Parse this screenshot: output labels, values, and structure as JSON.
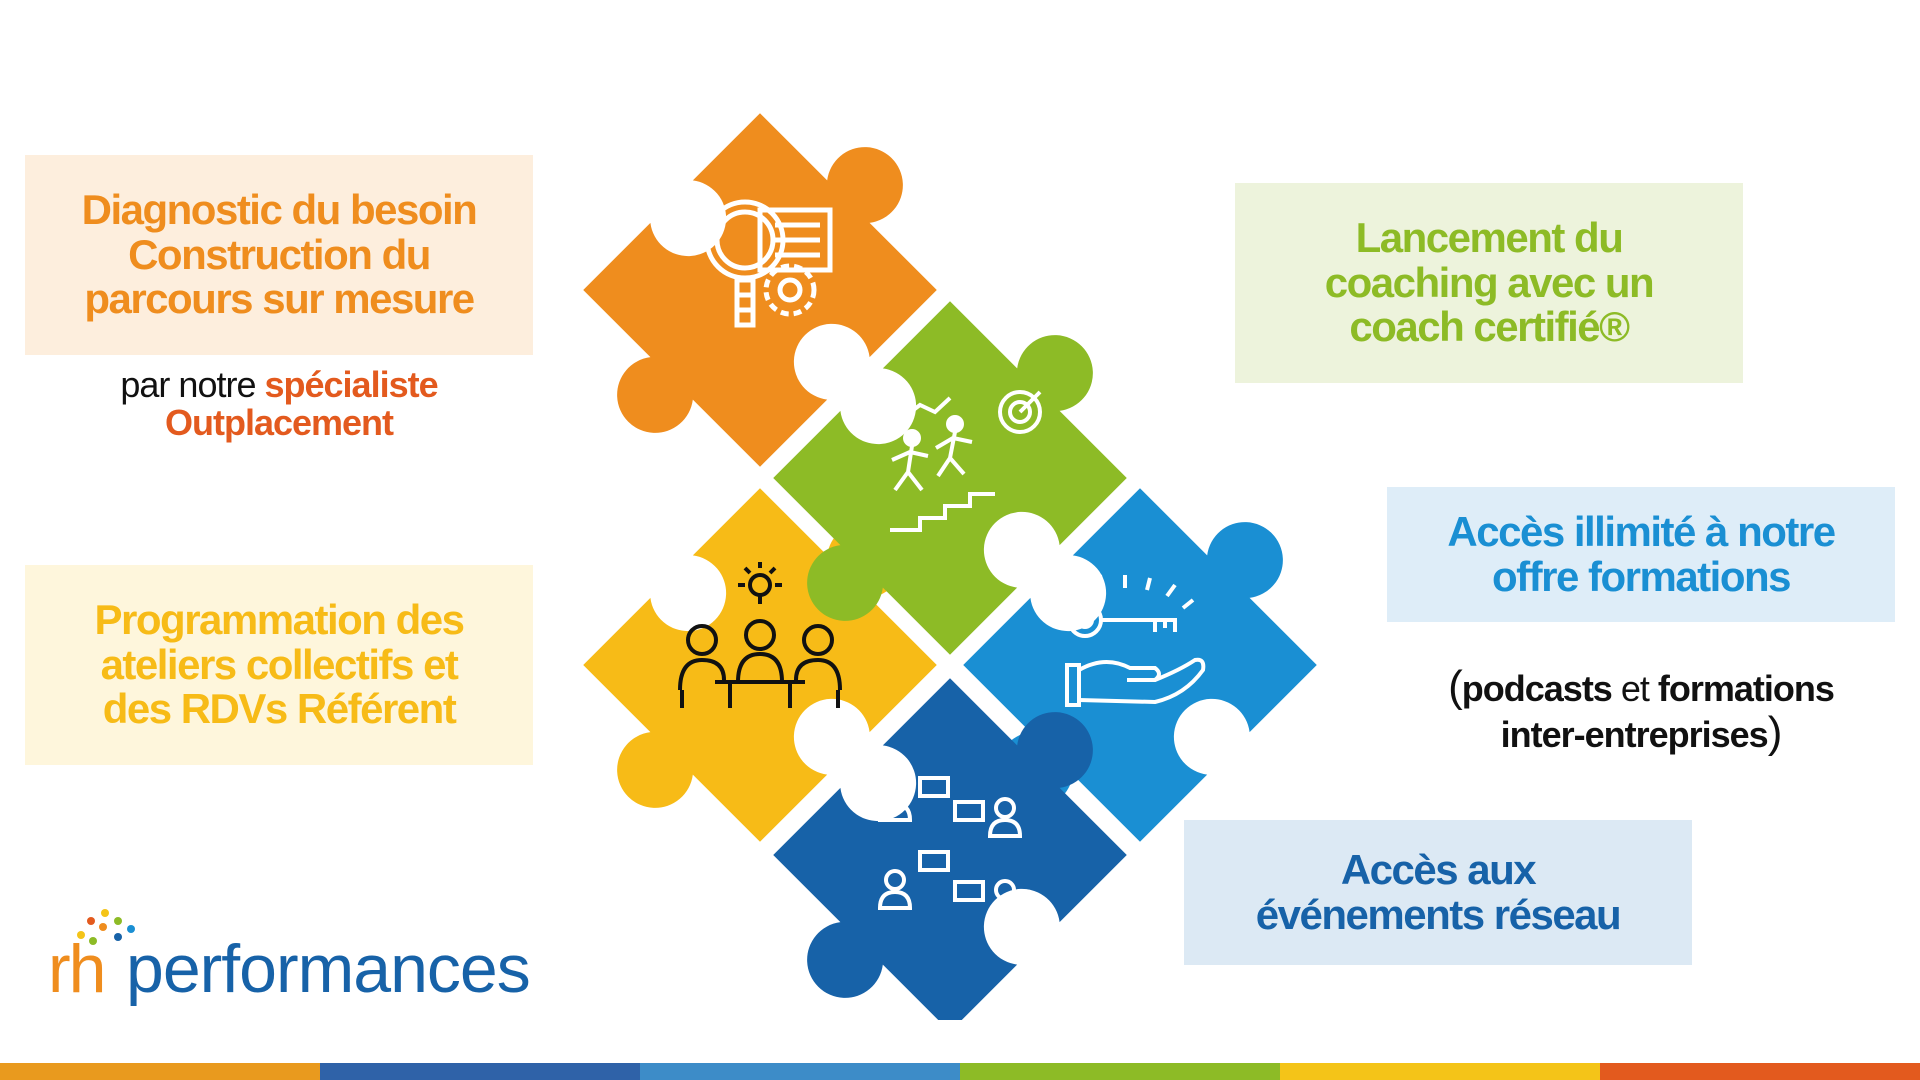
{
  "boxes": {
    "diagnostic": [
      "Diagnostic du besoin",
      "Construction du",
      "parcours sur mesure"
    ],
    "programmation": [
      "Programmation des",
      "ateliers collectifs et",
      "des RDVs Référent"
    ],
    "lancement": [
      "Lancement du",
      "coaching avec un",
      "coach certifié®"
    ],
    "acces_formations": [
      "Accès illimité à notre",
      "offre formations"
    ],
    "evenements": [
      "Accès aux",
      "événements réseau"
    ]
  },
  "subtitles": {
    "specialiste": {
      "prefix": "par notre ",
      "highlight_1": "spécialiste",
      "highlight_2": "Outplacement"
    },
    "podcasts": {
      "open_paren": "(",
      "bold_1": "podcasts",
      "middle": " et ",
      "bold_2": "formations",
      "bold_3": "inter-entreprises",
      "close_paren": ")"
    }
  },
  "logo": {
    "rh": "rh",
    "brand": "performances"
  },
  "colors": {
    "orange": "#ef8d1e",
    "green": "#8dbb26",
    "yellow": "#f7bb17",
    "light_blue": "#1a8fd3",
    "dark_blue": "#1762a8",
    "red_orange": "#e35a1e"
  },
  "puzzle_pieces": [
    {
      "color": "#ef8d1e",
      "icon": "magnifier-gear-document-icon"
    },
    {
      "color": "#8dbb26",
      "icon": "people-climbing-stairs-target-icon"
    },
    {
      "color": "#f7bb17",
      "icon": "team-meeting-idea-icon"
    },
    {
      "color": "#1a8fd3",
      "icon": "hand-key-icon"
    },
    {
      "color": "#1762a8",
      "icon": "network-conversation-icon"
    }
  ],
  "bottom_bar_colors": [
    "#e99a1e",
    "#2f62a8",
    "#3d8cc8",
    "#8dbb26",
    "#f4c418",
    "#e35a1e"
  ]
}
